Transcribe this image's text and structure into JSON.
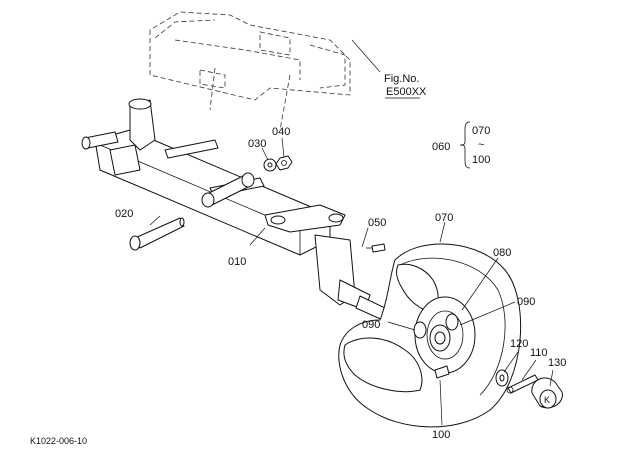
{
  "figure": {
    "ref_title": "Fig.No.",
    "ref_code": "E500XX",
    "footer_code": "K1022-006-10"
  },
  "callouts": {
    "c010": "010",
    "c020": "020",
    "c030": "030",
    "c040": "040",
    "c050": "050",
    "c060": "060",
    "c070": "070",
    "c080": "080",
    "c090a": "090",
    "c090b": "090",
    "c100": "100",
    "c110": "110",
    "c120": "120",
    "c130": "130"
  },
  "range_group": {
    "top": "070",
    "tilde": "~",
    "bottom": "100"
  }
}
